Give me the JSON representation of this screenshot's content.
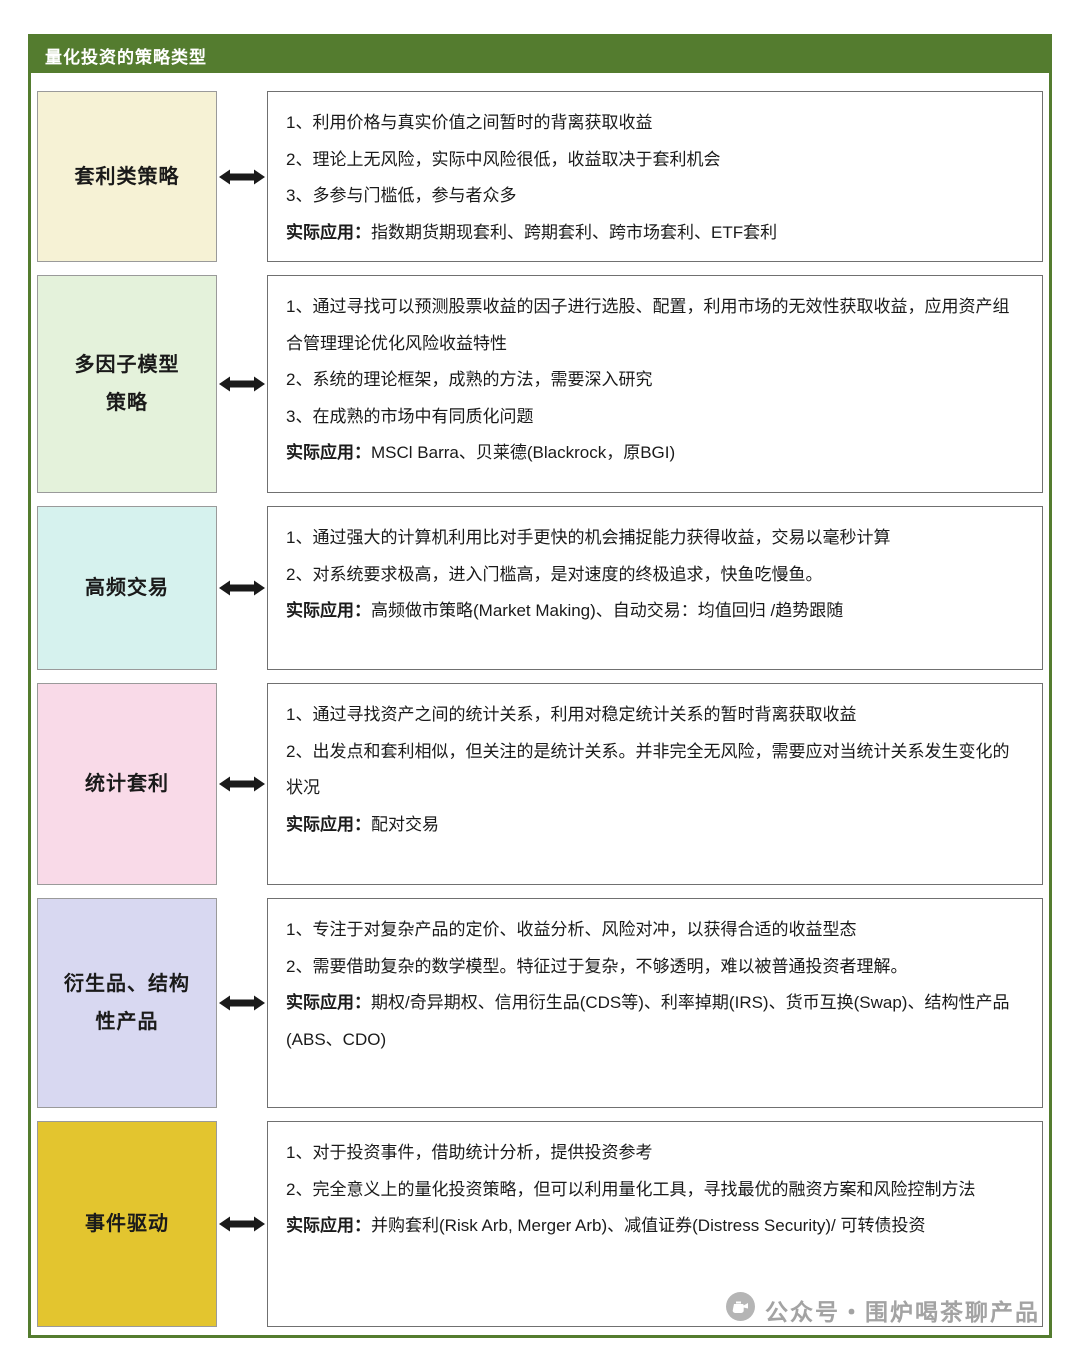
{
  "accent": {
    "green": "#547C2F",
    "arrow_color": "#1a1a1a",
    "watermark_gray": "#a3a3a3"
  },
  "header": {
    "title": "量化投资的策略类型"
  },
  "rows": [
    {
      "label_lines": [
        "套利类策略"
      ],
      "color": "#F6F2D5",
      "points": [
        "1、利用价格与真实价值之间暂时的背离获取收益",
        "2、理论上无风险，实际中风险很低，收益取决于套利机会",
        "3、多参与门槛低，参与者众多"
      ],
      "app_label": "实际应用：",
      "app_text": "指数期货期现套利、跨期套利、跨市场套利、ETF套利"
    },
    {
      "label_lines": [
        "多因子模型",
        "策略"
      ],
      "color": "#E4F2DB",
      "points": [
        "1、通过寻找可以预测股票收益的因子进行选股、配置，利用市场的无效性获取收益，应用资产组合管理理论优化风险收益特性",
        "2、系统的理论框架，成熟的方法，需要深入研究",
        "3、在成熟的市场中有同质化问题"
      ],
      "app_label": "实际应用：",
      "app_text": "MSCl Barra、贝莱德(Blackrock，原BGI)"
    },
    {
      "label_lines": [
        "高频交易"
      ],
      "color": "#D6F2EE",
      "points": [
        "1、通过强大的计算机利用比对手更快的机会捕捉能力获得收益，交易以毫秒计算",
        "2、对系统要求极高，进入门槛高，是对速度的终极追求，快鱼吃慢鱼。"
      ],
      "app_label": "实际应用：",
      "app_text": "高频做市策略(Market Making)、自动交易：均值回归 /趋势跟随"
    },
    {
      "label_lines": [
        "统计套利"
      ],
      "color": "#F9DAE8",
      "points": [
        "1、通过寻找资产之间的统计关系，利用对稳定统计关系的暂时背离获取收益",
        "2、出发点和套利相似，但关注的是统计关系。并非完全无风险，需要应对当统计关系发生变化的状况"
      ],
      "app_label": "实际应用：",
      "app_text": "配对交易"
    },
    {
      "label_lines": [
        "衍生品、结构",
        "性产品"
      ],
      "color": "#D8D8F1",
      "points": [
        "1、专注于对复杂产品的定价、收益分析、风险对冲，以获得合适的收益型态",
        "2、需要借助复杂的数学模型。特征过于复杂，不够透明，难以被普通投资者理解。"
      ],
      "app_label": "实际应用：",
      "app_text": "期权/奇异期权、信用衍生品(CDS等)、利率掉期(IRS)、货币互换(Swap)、结构性产品(ABS、CDO)"
    },
    {
      "label_lines": [
        "事件驱动"
      ],
      "color": "#E3C52F",
      "points": [
        "1、对于投资事件，借助统计分析，提供投资参考",
        "2、完全意义上的量化投资策略，但可以利用量化工具，寻找最优的融资方案和风险控制方法"
      ],
      "app_label": "实际应用：",
      "app_text": "并购套利(Risk Arb, Merger Arb)、减值证券(Distress Security)/ 可转债投资"
    }
  ],
  "watermark": {
    "text": "公众号・围炉喝茶聊产品"
  }
}
